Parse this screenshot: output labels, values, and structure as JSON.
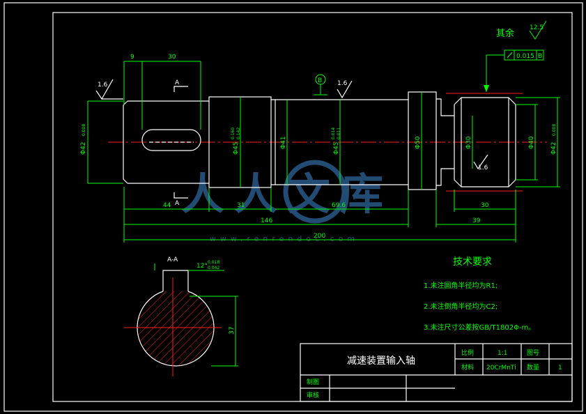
{
  "drawing": {
    "surface_finish_rest_label": "其余",
    "surface_finish_rest_value": "12.5",
    "roughness_left": "1.6",
    "roughness_mid": "1.6",
    "roughness_groove": "1.6",
    "datum_label": "B",
    "tolerance_value": "0.015",
    "tolerance_ref": "B",
    "section_label": "A",
    "section_label_bottom": "A",
    "section_title": "A-A",
    "keyway_angle_tol": "12°",
    "keyway_tol_upper": "0.018",
    "keyway_tol_lower": "0.042"
  },
  "dimensions": {
    "d9": "9",
    "d30_top": "30",
    "d44": "44",
    "d31": "31",
    "d69": "69.6",
    "d146": "146",
    "d200": "200",
    "d30_right": "30",
    "d39": "39",
    "d37": "37",
    "dia_42_left": "Φ42",
    "dia_42_left_tol": "0.008",
    "dia_45": "Φ45",
    "dia_45_tol_u": "0.160",
    "dia_45_tol_l": "0.142",
    "dia_41": "Φ41",
    "dia_45b": "Φ45",
    "dia_45b_tol_u": "0.014",
    "dia_45b_tol_l": "0.011",
    "dia_50": "Φ50",
    "dia_30": "Φ30",
    "dia_40": "Φ40",
    "dia_42_right": "Φ42",
    "dia_42_right_tol": "0.008"
  },
  "notes": {
    "title": "技术要求",
    "items": [
      "1.未注圆角半径均为R1;",
      "2.未注倒角半径均为C2;",
      "3.未注尺寸公差按GB/T1802Φ-m。"
    ]
  },
  "title_block": {
    "part_name": "减速装置输入轴",
    "scale_label": "比例",
    "scale_value": "1:1",
    "drawing_no_label": "图号",
    "material_label": "材料",
    "material_value": "20CrMnTi",
    "qty_label": "数量",
    "qty_value": "1",
    "drawn_label": "制图",
    "checked_label": "审核"
  },
  "watermark": {
    "text": "人人文库",
    "url": "www.renrendoc.com"
  },
  "colors": {
    "dimension": "#00ff00",
    "outline": "#ffffff",
    "centerline": "#ff2020",
    "background": "#000000",
    "watermark": "#2a5a8a"
  }
}
